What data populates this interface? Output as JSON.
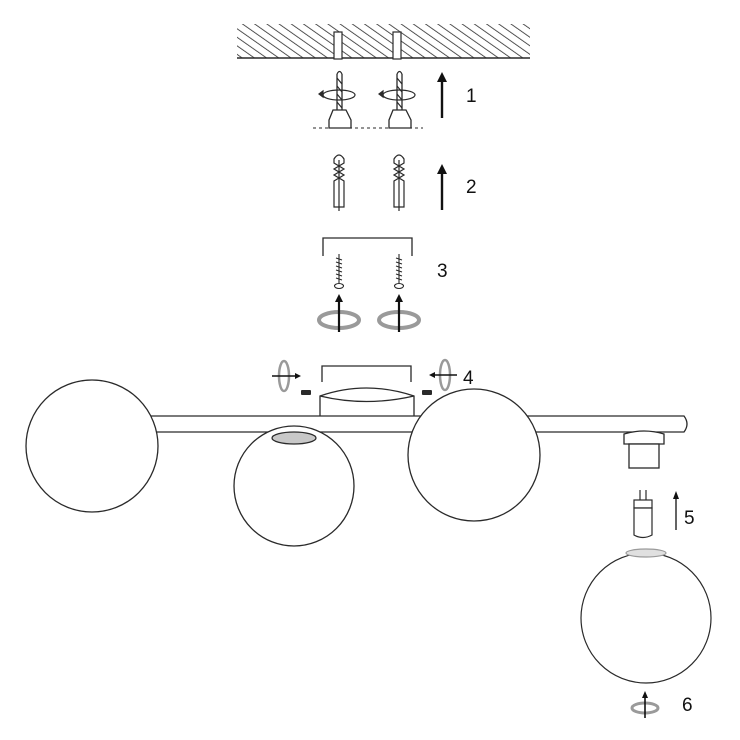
{
  "steps": [
    {
      "number": "1"
    },
    {
      "number": "2"
    },
    {
      "number": "3"
    },
    {
      "number": "4"
    },
    {
      "number": "5"
    },
    {
      "number": "6"
    }
  ],
  "colors": {
    "line": "#2a2a2a",
    "shade": "#c8c8c8",
    "highlight": "#9a9a9a",
    "background": "#ffffff"
  },
  "icons": [
    "ceiling-hatch",
    "drill-bit-icon",
    "rotation-arrow-icon",
    "wall-plug-icon",
    "screw-icon",
    "screwdriver-rotation-icon",
    "canopy-icon",
    "globe-shade-icon",
    "g9-bulb-icon",
    "lamp-holder-icon",
    "up-arrow-icon"
  ]
}
